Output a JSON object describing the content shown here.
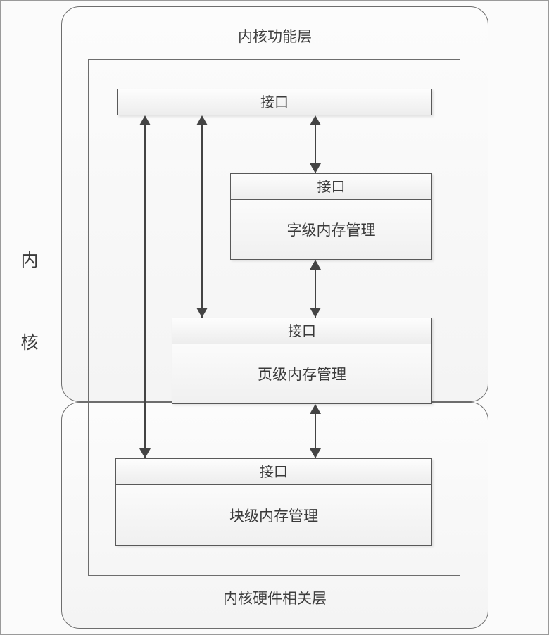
{
  "diagram": {
    "outer_label": "内核",
    "outer_label_chars": [
      "内",
      "核"
    ],
    "layers": [
      {
        "id": "kernel-function-layer",
        "title": "内核功能层"
      },
      {
        "id": "kernel-hardware-layer",
        "title": "内核硬件相关层"
      }
    ],
    "modules": [
      {
        "id": "top-interface",
        "interface": "接口",
        "body": ""
      },
      {
        "id": "word-level-memory",
        "interface": "接口",
        "body": "字级内存管理"
      },
      {
        "id": "page-level-memory",
        "interface": "接口",
        "body": "页级内存管理"
      },
      {
        "id": "block-level-memory",
        "interface": "接口",
        "body": "块级内存管理"
      }
    ],
    "colors": {
      "page_background": "#fbfbfb",
      "box_border": "#595959",
      "layer_border": "#6d6d6d",
      "connector": "#444444",
      "text": "#3a3a3a"
    },
    "connectors": [
      {
        "from": "block-level-memory",
        "to": "top-interface",
        "direction": "bidirectional"
      },
      {
        "from": "page-level-memory",
        "to": "top-interface",
        "direction": "bidirectional"
      },
      {
        "from": "word-level-memory",
        "to": "top-interface",
        "direction": "bidirectional"
      },
      {
        "from": "page-level-memory",
        "to": "word-level-memory",
        "direction": "bidirectional"
      },
      {
        "from": "block-level-memory",
        "to": "page-level-memory",
        "direction": "bidirectional"
      }
    ]
  }
}
